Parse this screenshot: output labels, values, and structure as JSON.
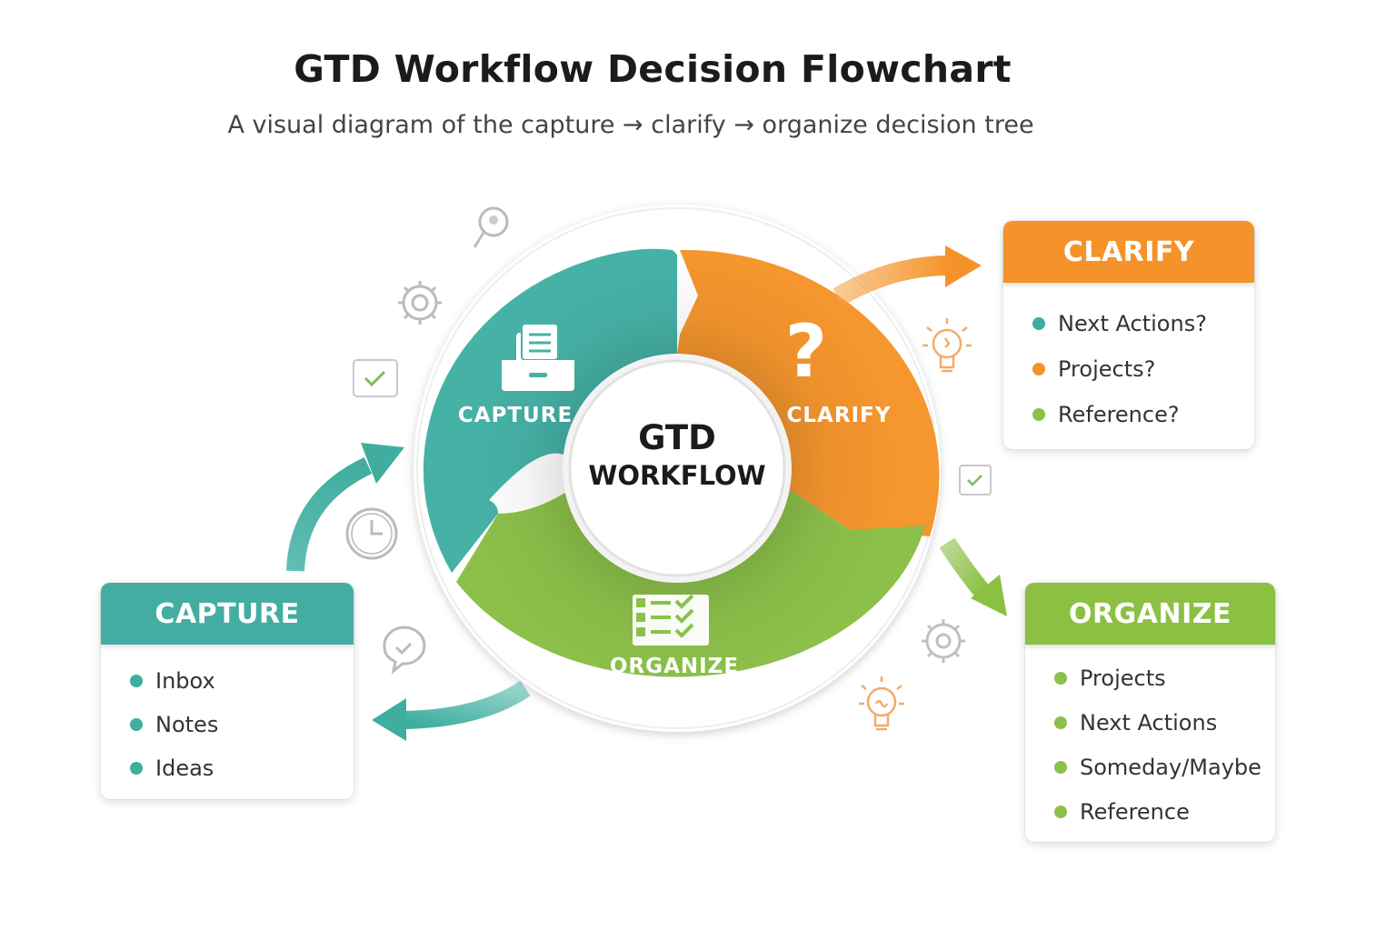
{
  "title": "GTD Workflow Decision Flowchart",
  "subtitle": "A visual diagram of the capture → clarify → organize decision tree",
  "center": {
    "line1": "GTD",
    "line2": "WORKFLOW"
  },
  "segments": {
    "capture": {
      "label": "CAPTURE",
      "color": "#46b2a6",
      "icon": "inbox-tray-icon"
    },
    "clarify": {
      "label": "CLARIFY",
      "color": "#f5962e",
      "icon": "question-mark-icon",
      "glyph": "?"
    },
    "organize": {
      "label": "ORGANIZE",
      "color": "#8cc04a",
      "icon": "checklist-icon"
    }
  },
  "cards": {
    "capture": {
      "header": "CAPTURE",
      "color": "#44ada2",
      "items": [
        {
          "label": "Inbox",
          "dot": "#3fae9f"
        },
        {
          "label": "Notes",
          "dot": "#3fae9f"
        },
        {
          "label": "Ideas",
          "dot": "#3fae9f"
        }
      ]
    },
    "clarify": {
      "header": "CLARIFY",
      "color": "#f5922a",
      "items": [
        {
          "label": "Next Actions?",
          "dot": "#3fae9f"
        },
        {
          "label": "Projects?",
          "dot": "#f5922a"
        },
        {
          "label": "Reference?",
          "dot": "#8cc04a"
        }
      ]
    },
    "organize": {
      "header": "ORGANIZE",
      "color": "#8cc042",
      "items": [
        {
          "label": "Projects",
          "dot": "#8cc04a"
        },
        {
          "label": "Next Actions",
          "dot": "#8cc04a"
        },
        {
          "label": "Someday/Maybe",
          "dot": "#8cc04a"
        },
        {
          "label": "Reference",
          "dot": "#8cc04a"
        }
      ]
    }
  },
  "decorations": [
    "magnifier-icon",
    "gear-icon",
    "checkbox-icon",
    "clock-icon",
    "chat-bubble-icon",
    "lightbulb-icon",
    "gear-icon",
    "lightbulb-icon",
    "checkbox-icon"
  ]
}
